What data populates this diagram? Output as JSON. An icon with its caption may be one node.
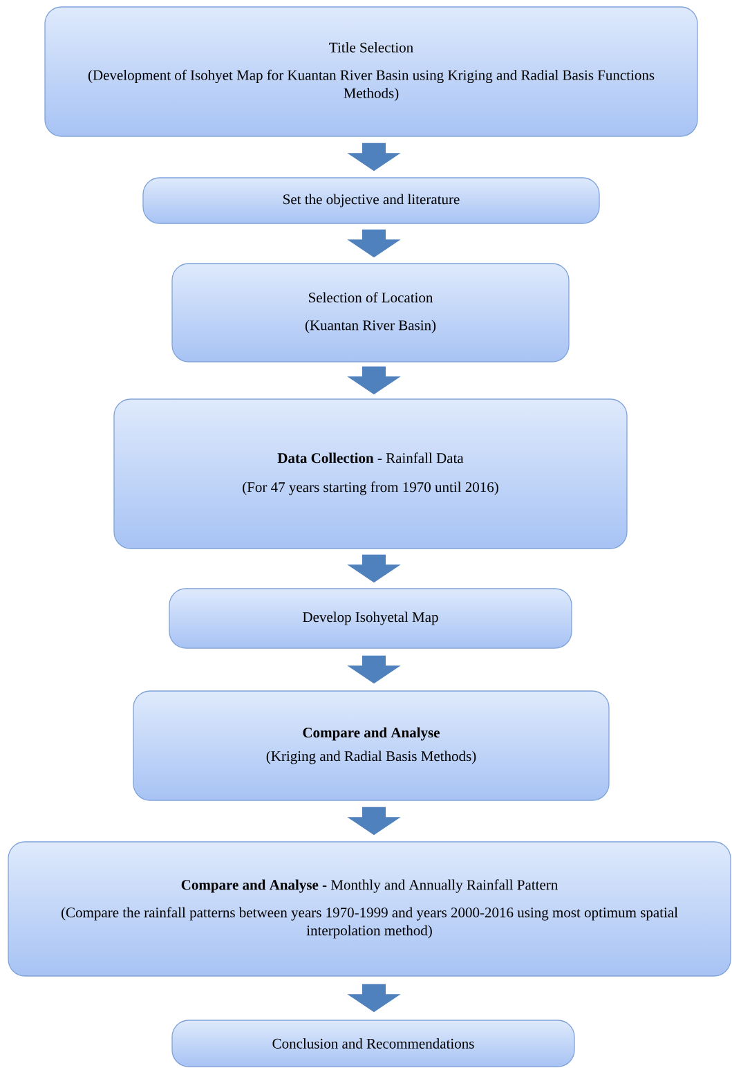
{
  "diagram": {
    "nodes": [
      {
        "text": [
          "Title Selection",
          "(Development of Isohyet Map for Kuantan River Basin using Kriging and Radial Basis Functions Methods)"
        ]
      },
      {
        "text": [
          "Set the objective and literature"
        ]
      },
      {
        "text": [
          "Selection of Location",
          "(Kuantan River Basin)"
        ]
      },
      {
        "text": [
          "**Data Collection** - Rainfall Data",
          "(For 47 years starting from 1970 until 2016)"
        ]
      },
      {
        "text": [
          "Develop Isohyetal Map"
        ]
      },
      {
        "text": [
          "Compare and Analyse",
          "(Kriging and Radial Basis Methods)"
        ]
      },
      {
        "text": [
          "**Compare and Analyse -** Monthly and Annually Rainfall Pattern",
          "(Compare the rainfall patterns between years 1970-1999 and years 2000-2016 using most optimum spatial interpolation method)"
        ]
      },
      {
        "text": [
          "Conclusion and Recommendations"
        ]
      }
    ],
    "edges": [
      {
        "from": 0,
        "to": 1,
        "arrow": "to"
      },
      {
        "from": 1,
        "to": 2,
        "arrow": "to"
      },
      {
        "from": 2,
        "to": 3,
        "arrow": "to"
      },
      {
        "from": 3,
        "to": 4,
        "arrow": "to"
      },
      {
        "from": 4,
        "to": 5,
        "arrow": "to"
      },
      {
        "from": 5,
        "to": 6,
        "arrow": "to"
      },
      {
        "from": 6,
        "to": 7,
        "arrow": "to"
      }
    ]
  }
}
